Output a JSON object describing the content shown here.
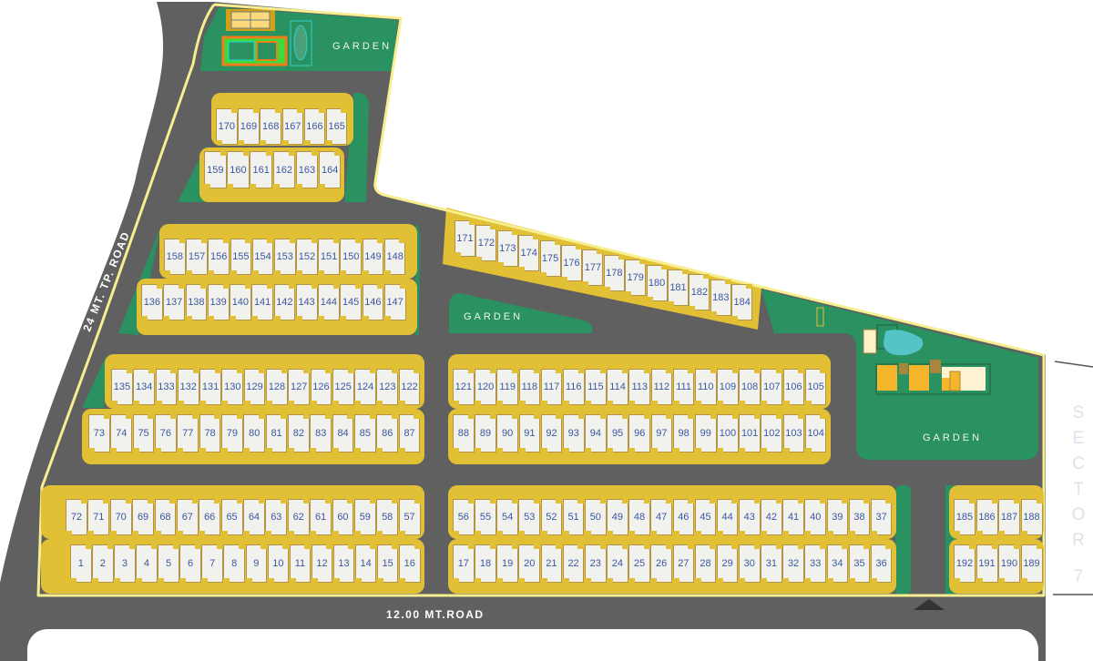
{
  "labels": {
    "garden_top": "GARDEN",
    "garden_middle": "GARDEN",
    "garden_right": "GARDEN",
    "road_left": "24 MT. TP. ROAD",
    "road_bottom": "12.00 MT.ROAD",
    "sector_word": "SECTOR",
    "sector_number": "7"
  },
  "colors": {
    "road": "#5f605f",
    "garden": "#2a9160",
    "plot_band": "#e2c035",
    "plot": "#f1f1ee",
    "plot_number": "#3b57a0",
    "boundary": "#f7ef8f"
  },
  "plots": {
    "r170": [
      "170",
      "169",
      "168",
      "167",
      "166",
      "165"
    ],
    "r159": [
      "159",
      "160",
      "161",
      "162",
      "163",
      "164"
    ],
    "r158": [
      "158",
      "157",
      "156",
      "155",
      "154",
      "153",
      "152",
      "151",
      "150",
      "149",
      "148"
    ],
    "r136": [
      "136",
      "137",
      "138",
      "139",
      "140",
      "141",
      "142",
      "143",
      "144",
      "145",
      "146",
      "147"
    ],
    "r135": [
      "135",
      "134",
      "133",
      "132",
      "131",
      "130",
      "129",
      "128",
      "127",
      "126",
      "125",
      "124",
      "123",
      "122"
    ],
    "r73": [
      "73",
      "74",
      "75",
      "76",
      "77",
      "78",
      "79",
      "80",
      "81",
      "82",
      "83",
      "84",
      "85",
      "86",
      "87"
    ],
    "r121": [
      "121",
      "120",
      "119",
      "118",
      "117",
      "116",
      "115",
      "114",
      "113",
      "112",
      "111",
      "110",
      "109",
      "108",
      "107",
      "106",
      "105"
    ],
    "r88": [
      "88",
      "89",
      "90",
      "91",
      "92",
      "93",
      "94",
      "95",
      "96",
      "97",
      "98",
      "99",
      "100",
      "101",
      "102",
      "103",
      "104"
    ],
    "r72": [
      "72",
      "71",
      "70",
      "69",
      "68",
      "67",
      "66",
      "65",
      "64",
      "63",
      "62",
      "61",
      "60",
      "59",
      "58",
      "57"
    ],
    "r1": [
      "1",
      "2",
      "3",
      "4",
      "5",
      "6",
      "7",
      "8",
      "9",
      "10",
      "11",
      "12",
      "13",
      "14",
      "15",
      "16"
    ],
    "r56": [
      "56",
      "55",
      "54",
      "53",
      "52",
      "51",
      "50",
      "49",
      "48",
      "47",
      "46",
      "45",
      "44",
      "43",
      "42",
      "41",
      "40",
      "39",
      "38",
      "37"
    ],
    "r17": [
      "17",
      "18",
      "19",
      "20",
      "21",
      "22",
      "23",
      "24",
      "25",
      "26",
      "27",
      "28",
      "29",
      "30",
      "31",
      "32",
      "33",
      "34",
      "35",
      "36"
    ],
    "r185": [
      "185",
      "186",
      "187",
      "188"
    ],
    "r192": [
      "192",
      "191",
      "190",
      "189"
    ],
    "r171": [
      "171",
      "172",
      "173",
      "174",
      "175",
      "176",
      "177",
      "178",
      "179",
      "180",
      "181",
      "182",
      "183",
      "184"
    ]
  }
}
